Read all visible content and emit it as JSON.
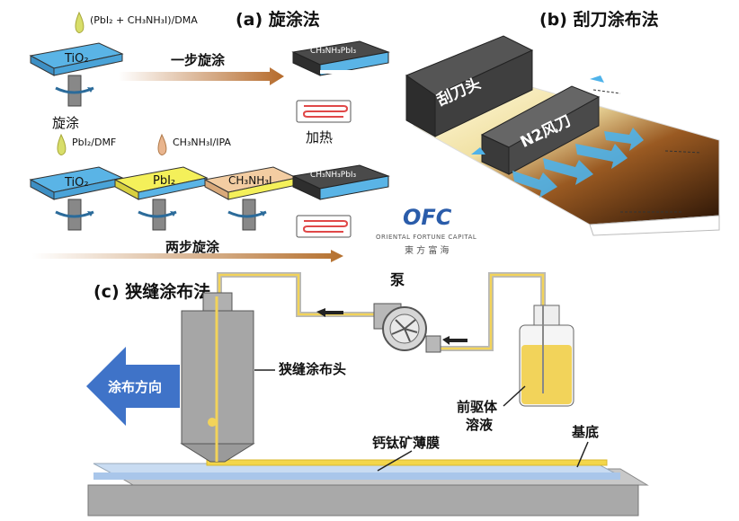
{
  "panel_a": {
    "title": "(a) 旋涂法",
    "precursor_one_step": "(PbI₂ + CH₃NH₃I)/DMA",
    "substrate": "TiO₂",
    "one_step_label": "一步旋涂",
    "film_label": "CH₃NH₃PbI₃",
    "spin_label": "旋涂",
    "heat_label": "加热",
    "drop_pbi2": "PbI₂/DMF",
    "drop_mai": "CH₃NH₃I/IPA",
    "pbi2_layer": "PbI₂",
    "mai_layer": "CH₃NH₃I",
    "two_step_label": "两步旋涂"
  },
  "panel_b": {
    "title": "(b) 刮刀涂布法",
    "blade_label": "刮刀头",
    "knife_label": "N2风刀"
  },
  "panel_c": {
    "title": "(c) 狭缝涂布法",
    "pump_label": "泵",
    "head_label": "狭缝涂布头",
    "direction_label": "涂布方向",
    "precursor_line1": "前驱体",
    "precursor_line2": "溶液",
    "substrate_label": "基底",
    "film_label": "钙钛矿薄膜"
  },
  "watermark": {
    "logo": "OFC",
    "line1": "ORIENTAL FORTUNE CAPITAL",
    "line2": "東 方 富 海"
  },
  "colors": {
    "tio2": "#5ab4e6",
    "pbi2": "#f4f05a",
    "mai": "#f3cda2",
    "perovskite": "#3c3c3c",
    "arrow": "#b56a2a",
    "heater": "#e04848",
    "direction_arrow": "#3f73c8",
    "solution": "#f2d35a"
  }
}
